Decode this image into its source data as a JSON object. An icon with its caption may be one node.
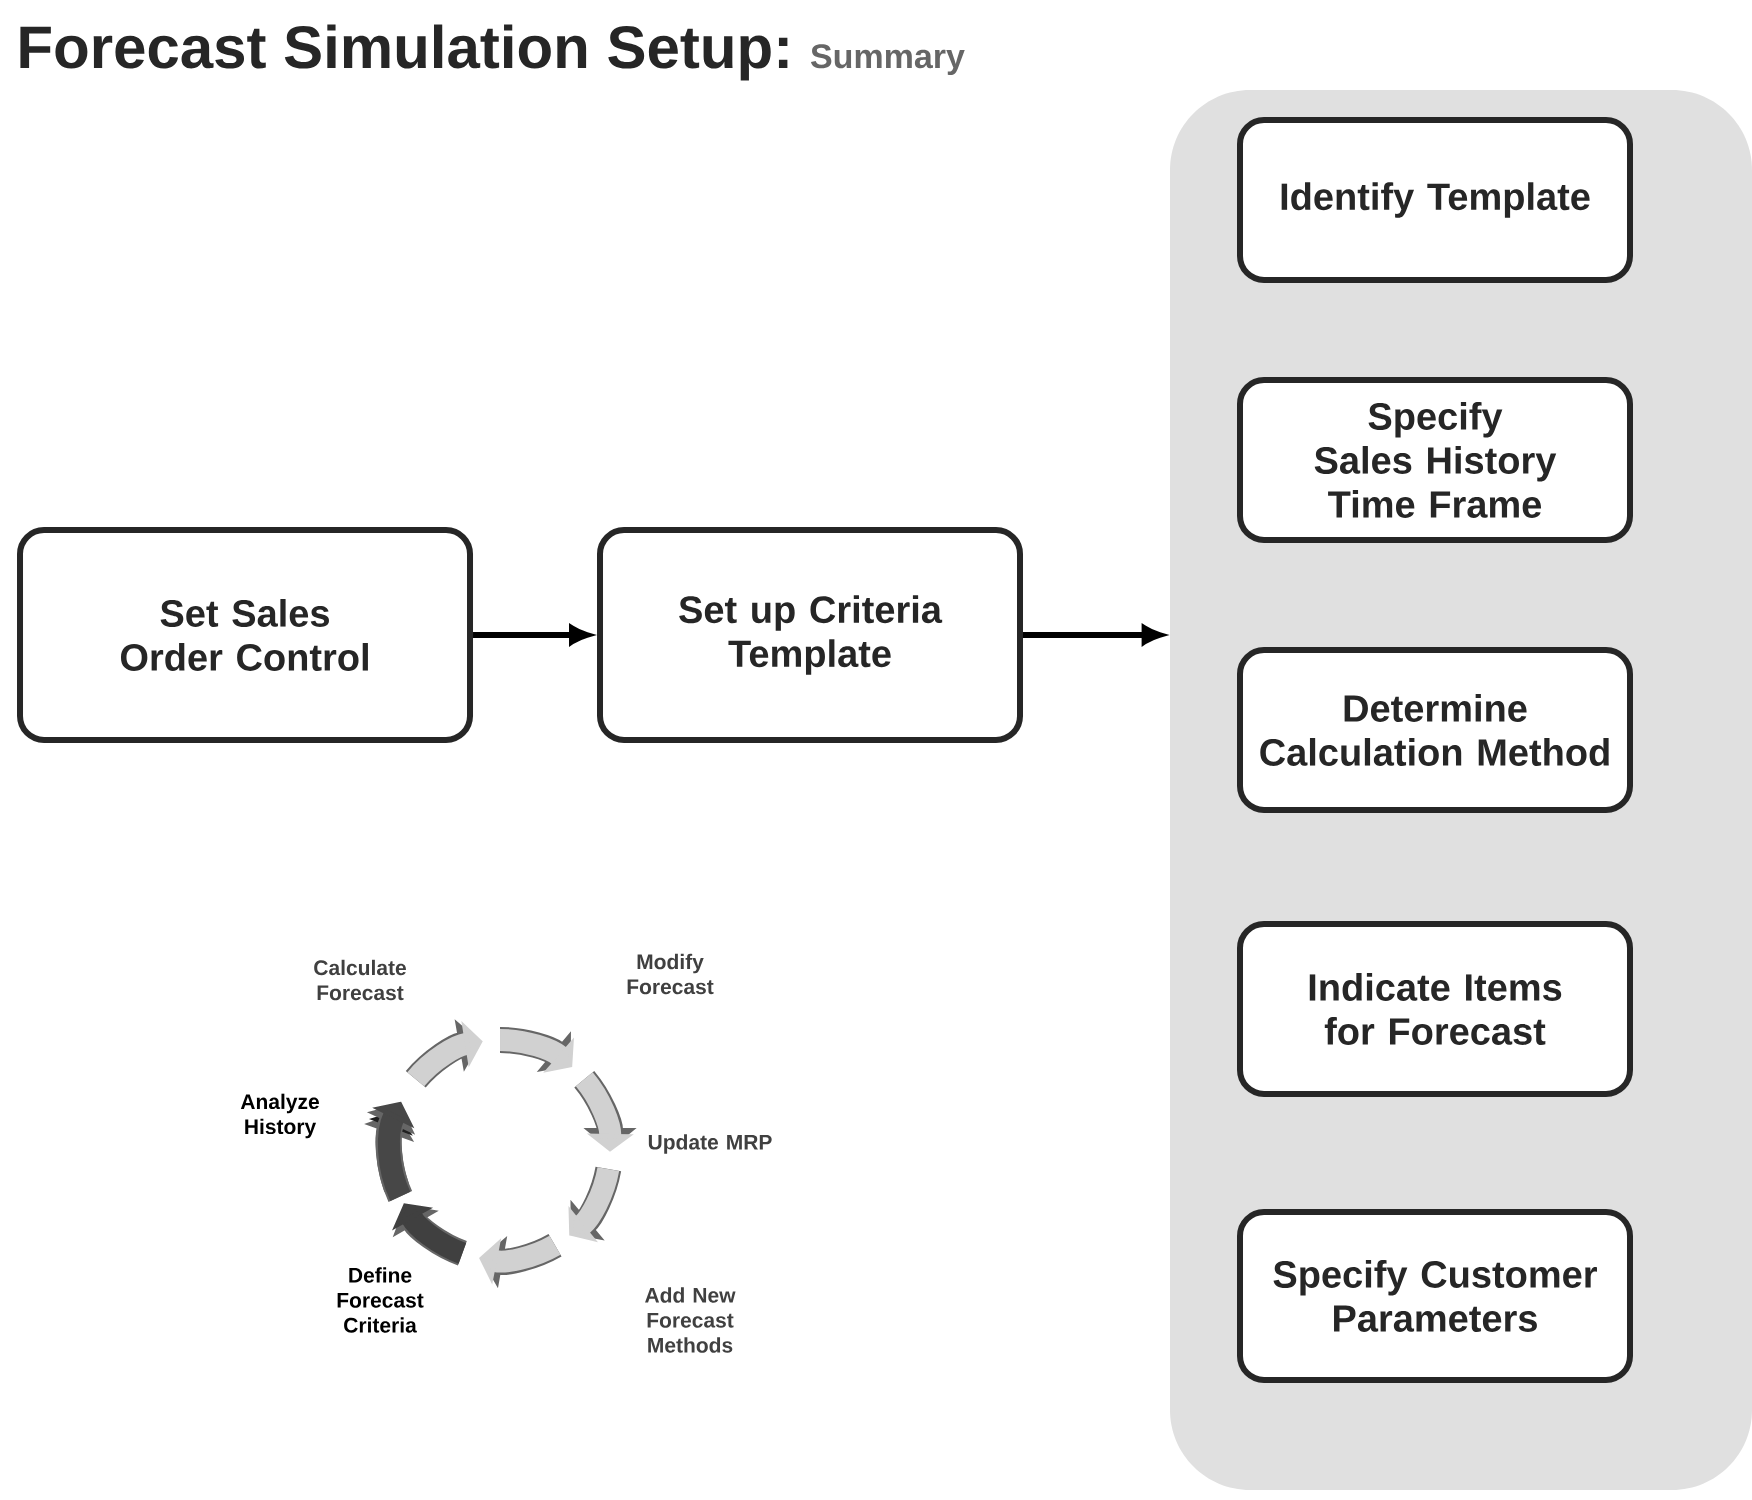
{
  "diagram": {
    "title": "Forecast Simulation Setup:",
    "nodes": [
      {
        "text": [
          "Set Sales Order Control"
        ]
      },
      {
        "text": [
          "Set up Criteria Template"
        ]
      },
      {
        "text": [],
        "shape": "box"
      },
      {
        "text": [
          "Identify Template"
        ],
        "in": 2
      },
      {
        "text": [
          "Specify Sales History Time Frame"
        ],
        "in": 2
      },
      {
        "text": [
          "Determine Calculation Method"
        ],
        "in": 2
      },
      {
        "text": [
          "Indicate Items for Forecast"
        ],
        "in": 2
      },
      {
        "text": [
          "Specify Customer Parameters"
        ],
        "in": 2
      }
    ],
    "edges": [
      {
        "from": 0,
        "to": 1,
        "arrow": "to"
      },
      {
        "from": 1,
        "to": 2,
        "arrow": "to"
      }
    ],
    "labels": [
      "Summary",
      "Calculate Forecast",
      "Modify Forecast",
      "Analyze History",
      "Update MRP",
      "Define Forecast Criteria",
      "Add New Forecast Methods"
    ]
  }
}
